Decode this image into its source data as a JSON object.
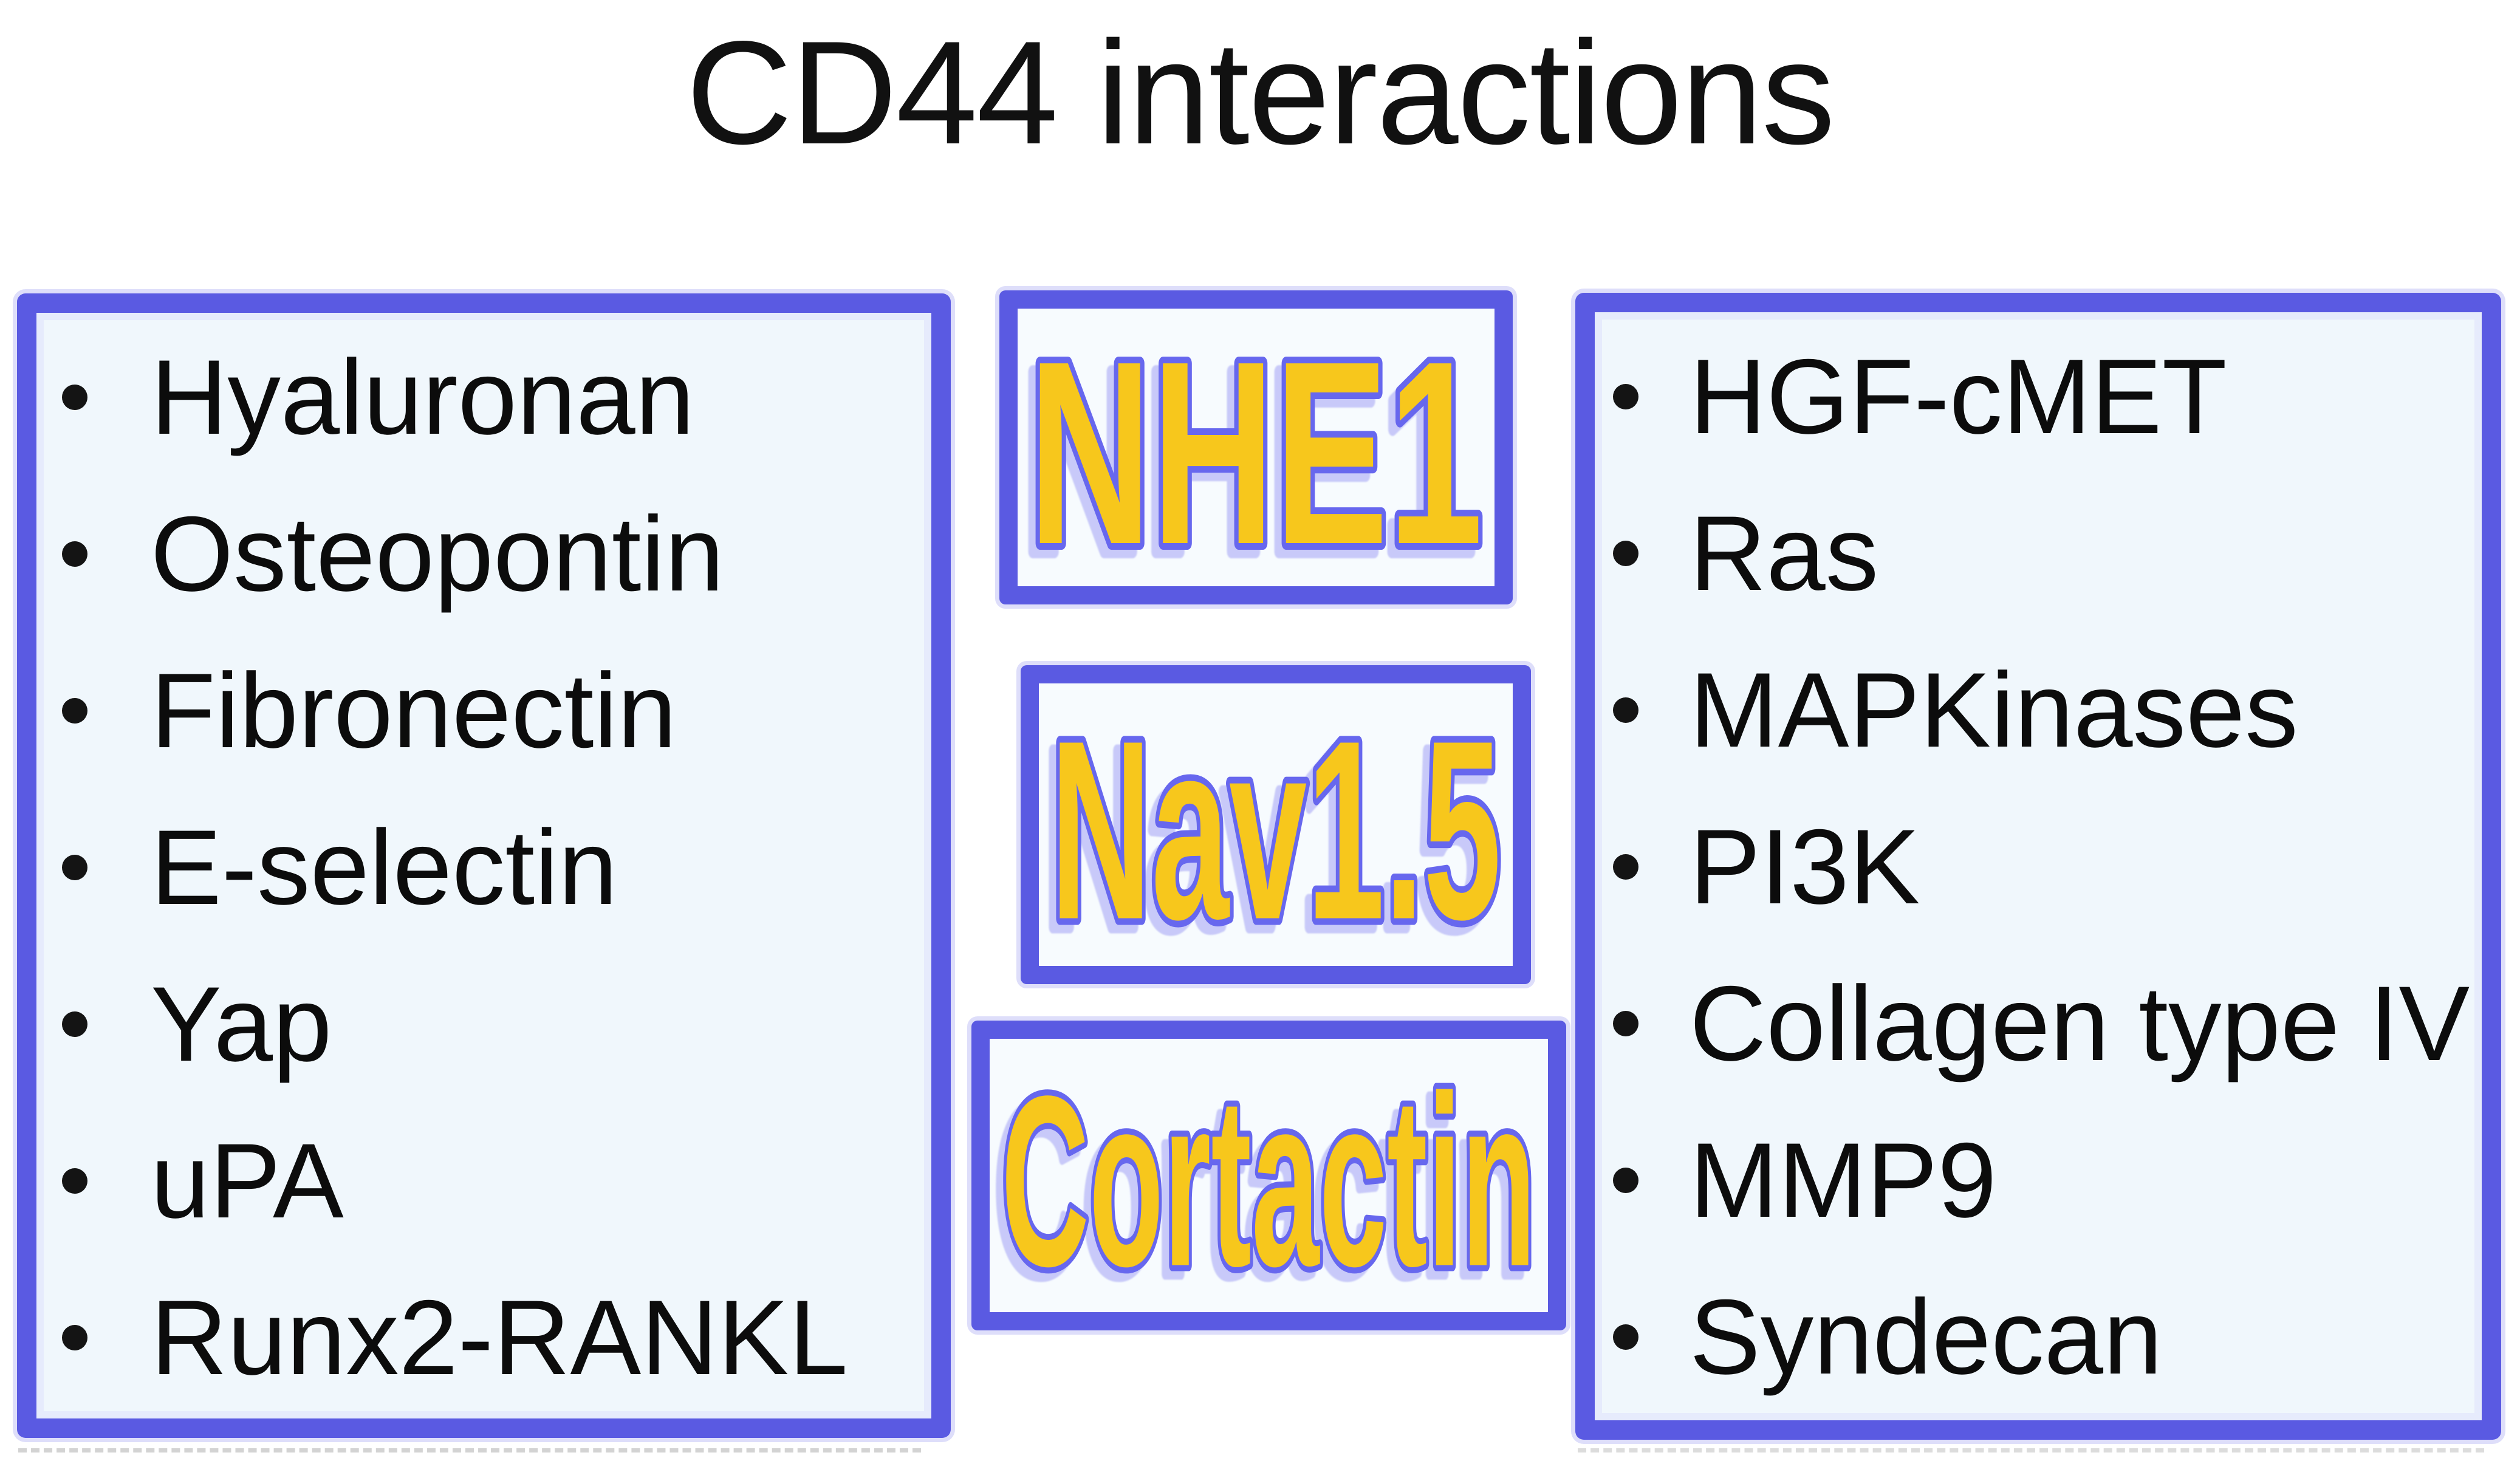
{
  "title": "CD44 interactions",
  "left_panel": {
    "items": [
      "Hyaluronan",
      "Osteopontin",
      "Fibronectin",
      "E-selectin",
      "Yap",
      "uPA",
      "Runx2-RANKL"
    ]
  },
  "middle_boxes": {
    "box1": "NHE1",
    "box2": "Nav1.5",
    "box3": "Cortactin"
  },
  "right_panel": {
    "items": [
      "HGF-cMET",
      "Ras",
      "MAPKinases",
      "PI3K",
      "Collagen type IV",
      "MMP9",
      "Syndecan"
    ]
  },
  "colors": {
    "box_border": "#5a5ae2",
    "panel_fill": "#f0f7fc",
    "minibox_fill": "#f7fbfe",
    "wordart_fill": "#f7c71c",
    "wordart_outline": "#6767ee",
    "title_color": "#111111",
    "item_color": "#0c0c0c"
  }
}
